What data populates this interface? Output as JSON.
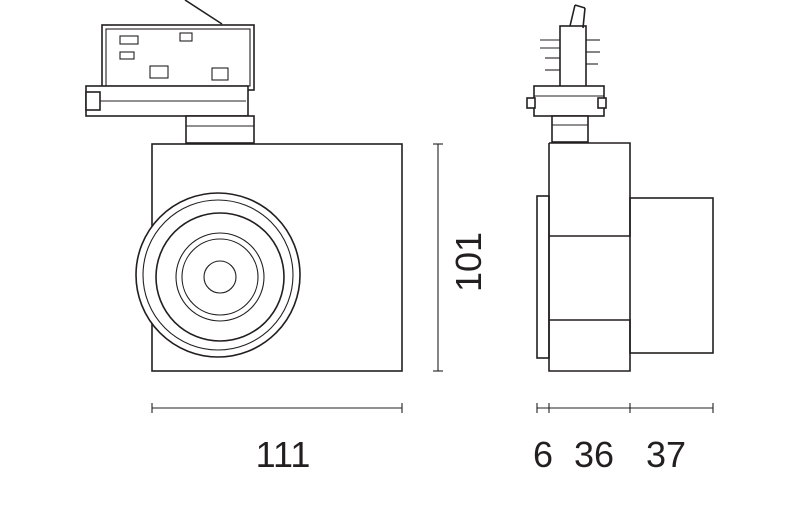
{
  "colors": {
    "line": "#231f20",
    "background": "#ffffff"
  },
  "dimensions": {
    "front_width": "111",
    "height": "101",
    "side_mount": "6",
    "side_body": "36",
    "side_head": "37"
  }
}
